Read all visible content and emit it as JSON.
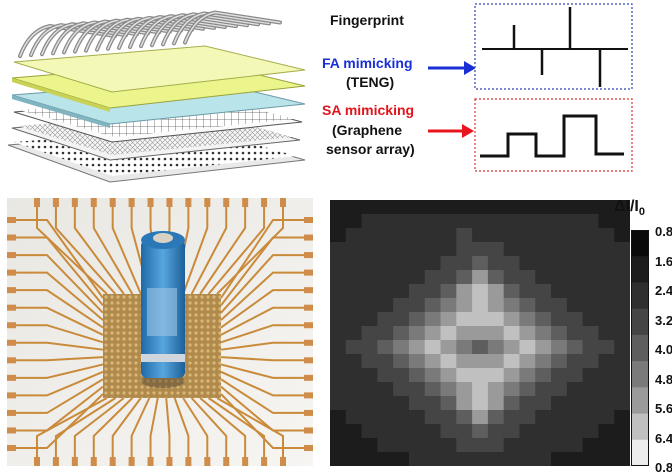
{
  "labels": {
    "fingerprint": "Fingerprint",
    "fa_line1": "FA mimicking",
    "fa_line2": "(TENG)",
    "sa_line1": "SA mimicking",
    "sa_line2": "(Graphene",
    "sa_line3": "sensor array)"
  },
  "colorbar": {
    "title_main": "ΔI/I",
    "title_sub": "0",
    "ticks": [
      "0.8",
      "1.6",
      "2.4",
      "3.2",
      "4.0",
      "4.8",
      "5.6",
      "6.4",
      "0.8"
    ]
  },
  "colors": {
    "fa_label": "#1a2fd6",
    "sa_label": "#e0151b",
    "fa_arrow": "#1a2fd6",
    "sa_arrow": "#e8151c",
    "fa_box_border": "#3344bb",
    "sa_box_border": "#dd3333"
  },
  "heatmap": {
    "levels": [
      "#0a0a0a",
      "#1c1c1c",
      "#2f2f2f",
      "#454545",
      "#5e5e5e",
      "#7a7a7a",
      "#9a9a9a",
      "#c0c0c0",
      "#ededed"
    ],
    "grid": [
      "1111111111111111111",
      "1122222222222222211",
      "1222222232222222221",
      "2222222233322222222",
      "2222222334332222222",
      "2222223346433222222",
      "2222233467643322222",
      "2222334567654332222",
      "2223345677765433222",
      "2233456766676543322",
      "2334567654567654332",
      "2233456766676543322",
      "2223345677765433222",
      "2222334567654332222",
      "2222233467643322222",
      "1222223346433222221",
      "1122222334332222211",
      "1112222233322222111",
      "1111122222222211111"
    ]
  }
}
